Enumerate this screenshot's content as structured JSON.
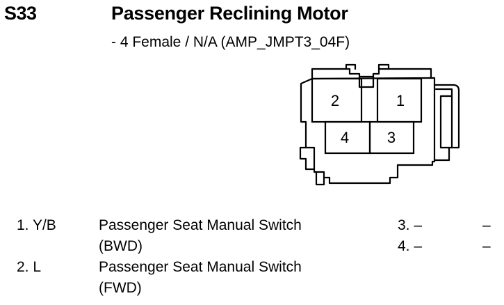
{
  "header": {
    "code": "S33",
    "title": "Passenger Reclining Motor",
    "subtitle": "- 4 Female / N/A (AMP_JMPT3_04F)"
  },
  "connector": {
    "cavities": [
      "2",
      "1",
      "4",
      "3"
    ]
  },
  "pins_left": [
    {
      "pin": "1. Y/B",
      "desc_line1": "Passenger Seat Manual Switch",
      "desc_line2": "(BWD)"
    },
    {
      "pin": "2. L",
      "desc_line1": "Passenger Seat Manual Switch",
      "desc_line2": "(FWD)"
    }
  ],
  "pins_right": [
    {
      "pin": "3. –",
      "desc": "–"
    },
    {
      "pin": "4. –",
      "desc": "–"
    }
  ]
}
